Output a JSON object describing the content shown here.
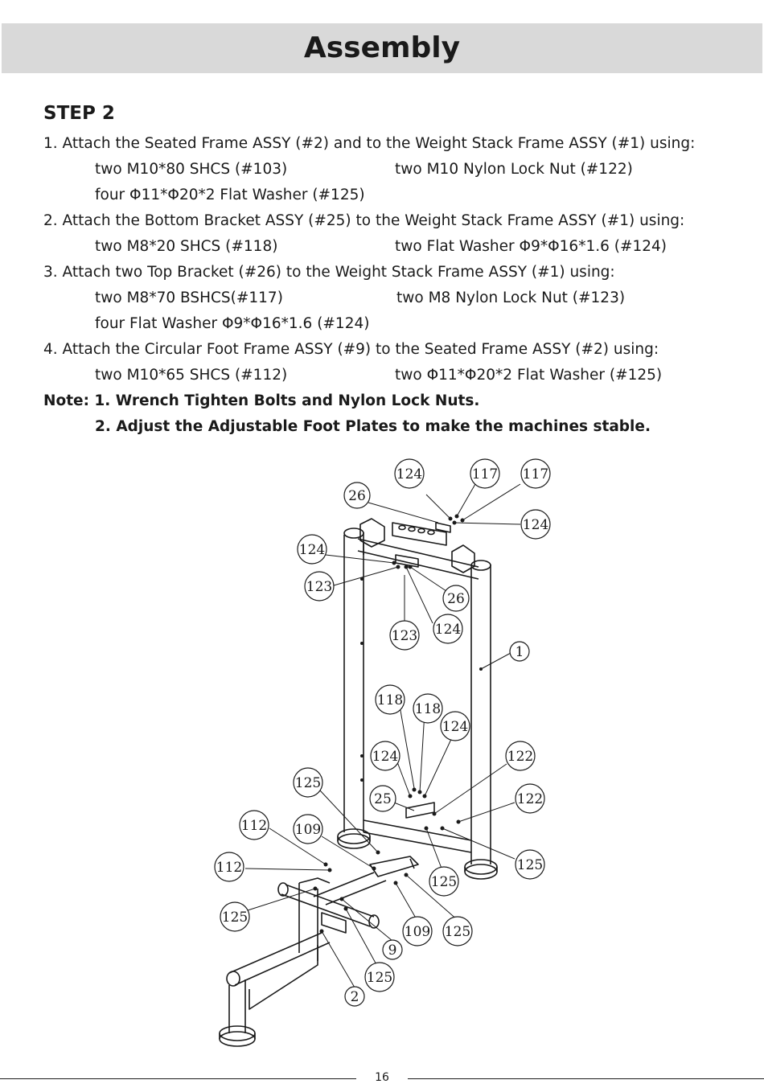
{
  "header": {
    "title": "Assembly"
  },
  "step": {
    "title": "STEP 2"
  },
  "instructions": {
    "i1": {
      "text": "1. Attach the Seated Frame ASSY (#2) and to the Weight Stack Frame ASSY (#1) using:",
      "a": "two M10*80 SHCS (#103)",
      "b": "two M10 Nylon Lock Nut (#122)",
      "c": "four Φ11*Φ20*2 Flat Washer (#125)"
    },
    "i2": {
      "text": "2. Attach the Bottom Bracket ASSY (#25) to the Weight Stack Frame ASSY (#1) using:",
      "a": "two M8*20 SHCS (#118)",
      "b": "two Flat Washer Φ9*Φ16*1.6 (#124)"
    },
    "i3": {
      "text": "3. Attach two Top Bracket (#26) to the Weight Stack Frame ASSY (#1) using:",
      "a": "two M8*70 BSHCS(#117)",
      "b": "two M8 Nylon Lock Nut (#123)",
      "c": "four Flat Washer Φ9*Φ16*1.6 (#124)"
    },
    "i4": {
      "text": "4. Attach the Circular Foot Frame ASSY (#9) to the Seated Frame ASSY (#2) using:",
      "a": "two M10*65 SHCS (#112)",
      "b": "two Φ11*Φ20*2 Flat Washer (#125)"
    }
  },
  "notes": {
    "n1": "Note: 1. Wrench Tighten Bolts and Nylon Lock Nuts.",
    "n2": "2. Adjust the Adjustable Foot Plates to make the machines stable."
  },
  "callouts": {
    "c1": "124",
    "c2": "117",
    "c3": "117",
    "c4": "26",
    "c5": "124",
    "c6": "124",
    "c7": "123",
    "c8": "26",
    "c9": "124",
    "c10": "123",
    "c11": "1",
    "c12": "118",
    "c13": "118",
    "c14": "124",
    "c15": "124",
    "c16": "122",
    "c17": "125",
    "c18": "25",
    "c19": "122",
    "c20": "112",
    "c21": "109",
    "c22": "112",
    "c23": "125",
    "c24": "125",
    "c25": "125",
    "c26": "109",
    "c27": "125",
    "c28": "9",
    "c29": "125",
    "c30": "2"
  },
  "footer": {
    "page": "16"
  }
}
